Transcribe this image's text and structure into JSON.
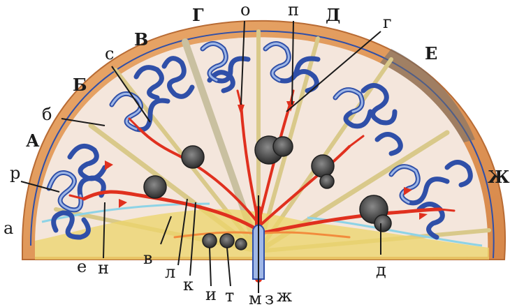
{
  "colors": {
    "capsule": "#e9a86a",
    "capsule_dark": "#c9793d",
    "parenchyma": "#f4e6dc",
    "tubule": "#2f4fa8",
    "tubule_light": "#9fb7e6",
    "vessel": "#e0301e",
    "vessel_light": "#f28b3c",
    "septum": "#d9c98a",
    "glomerulus": "#4a4a4a",
    "fat_yellow": "#ecd46a",
    "cyan_line": "#8ed3e6"
  },
  "labels": {
    "A": "А",
    "B": "Б",
    "V": "В",
    "G": "Г",
    "D": "Д",
    "E": "Е",
    "Zh": "Ж",
    "a": "а",
    "b": "б",
    "v": "в",
    "g": "г",
    "d": "д",
    "e": "е",
    "zh": "ж",
    "z": "з",
    "i": "и",
    "k": "к",
    "l": "л",
    "m": "м",
    "n": "н",
    "o": "о",
    "p": "п",
    "r": "р",
    "s": "с",
    "t": "т"
  }
}
